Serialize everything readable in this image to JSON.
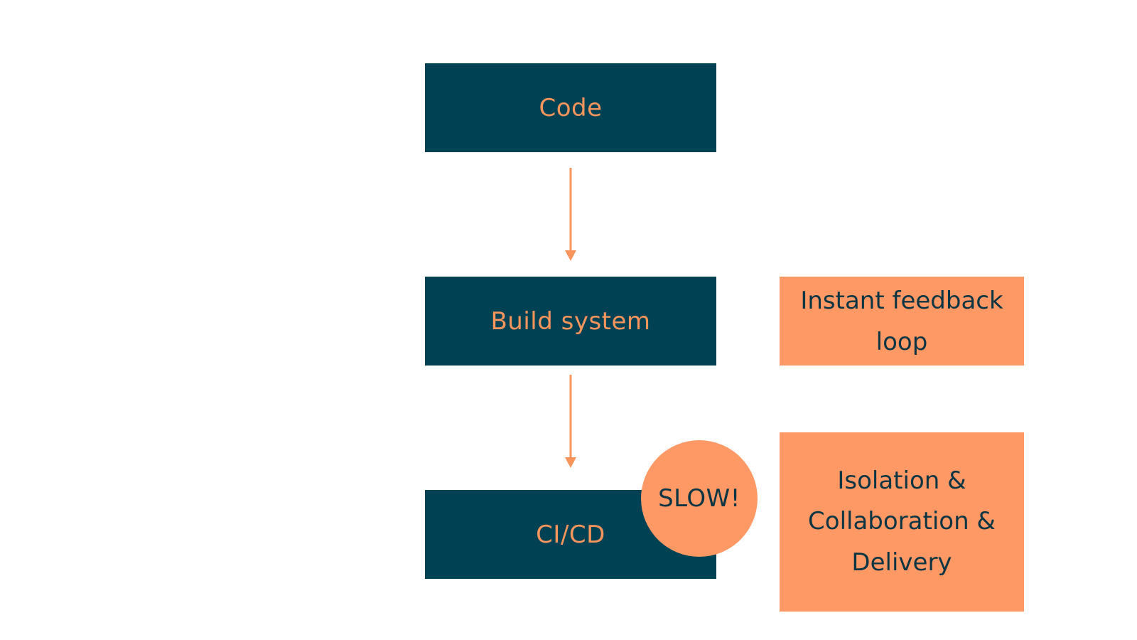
{
  "diagram": {
    "nodes": [
      {
        "id": "code",
        "label": "Code"
      },
      {
        "id": "build",
        "label": "Build system"
      },
      {
        "id": "cicd",
        "label": "CI/CD"
      }
    ],
    "notes": {
      "feedback": [
        "Instant feedback",
        "loop"
      ],
      "isolation": [
        "Isolation &",
        "Collaboration &",
        "Delivery"
      ]
    },
    "badge": {
      "label": "SLOW!"
    },
    "colors": {
      "node_fill": "#004254",
      "node_text": "#f7955c",
      "accent_fill": "#fe9966",
      "accent_text": "#0b3543",
      "arrow": "#f7955c",
      "background": "#ffffff"
    }
  }
}
